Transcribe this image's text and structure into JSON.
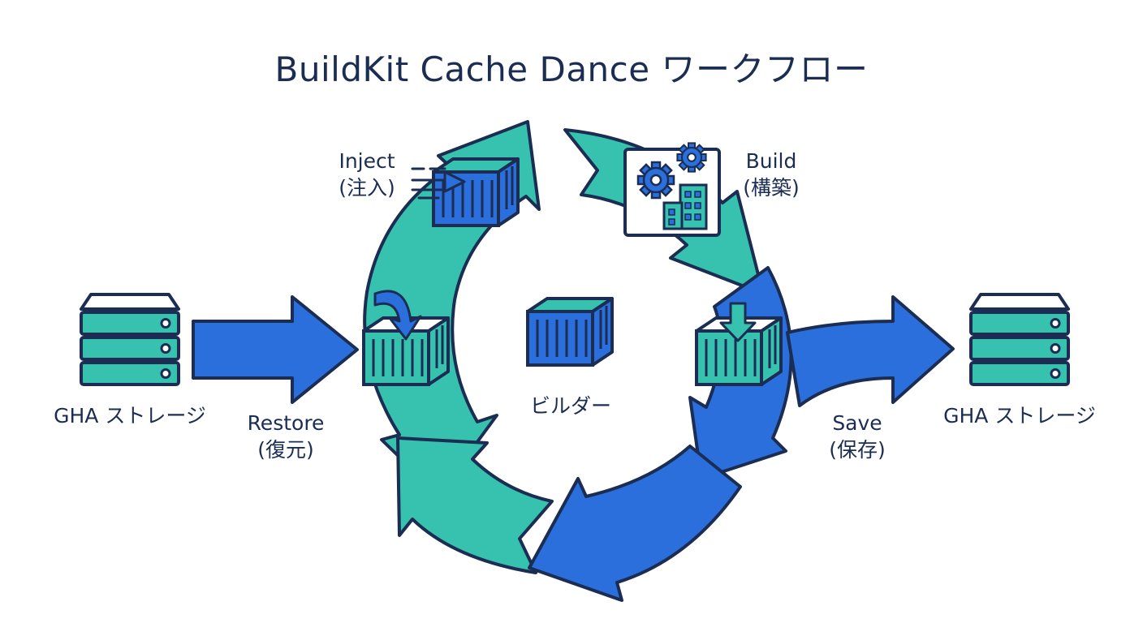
{
  "title": "BuildKit Cache Dance ワークフロー",
  "steps": {
    "inject": {
      "line1": "Inject",
      "line2": "(注入)"
    },
    "build": {
      "line1": "Build",
      "line2": "(構築)"
    },
    "restore": {
      "line1": "Restore",
      "line2": "(復元)"
    },
    "save": {
      "line1": "Save",
      "line2": "(保存)"
    }
  },
  "center_label": "ビルダー",
  "storage_left_label": "GHA ストレージ",
  "storage_right_label": "GHA ストレージ",
  "colors": {
    "teal": "#37c2b0",
    "blue": "#2b6fdc",
    "navy": "#1b2d52",
    "text": "#1b2d52"
  },
  "icons": [
    "server-icon",
    "container-icon",
    "gear-icon",
    "building-icon",
    "arrow-down-icon",
    "speed-lines-icon"
  ]
}
